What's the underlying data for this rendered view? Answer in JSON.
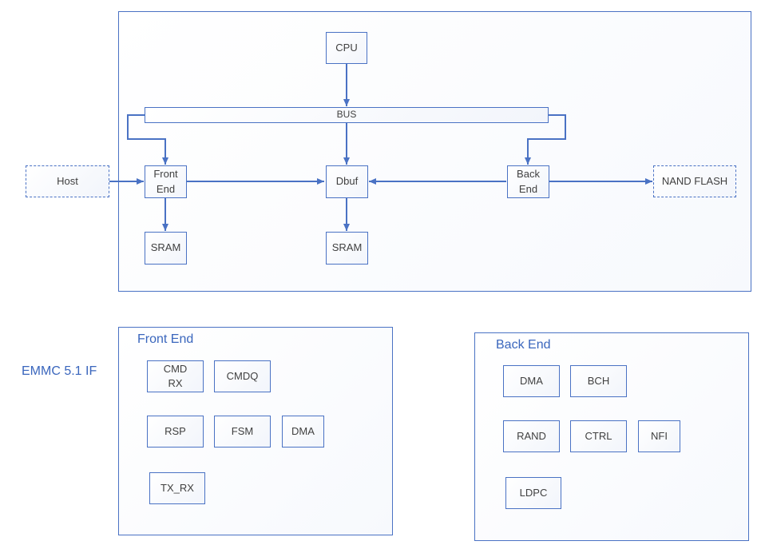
{
  "colors": {
    "stroke": "#4a72c4",
    "title": "#3a66bd",
    "text": "#404040"
  },
  "top": {
    "cpu": "CPU",
    "bus": "BUS",
    "front_end": [
      "Front",
      "End"
    ],
    "dbuf": "Dbuf",
    "back_end": [
      "Back",
      "End"
    ],
    "sram_left": "SRAM",
    "sram_mid": "SRAM",
    "host": "Host",
    "nand": "NAND FLASH"
  },
  "emmc_label": "EMMC 5.1 IF",
  "front_end_panel": {
    "title": "Front End",
    "cmd_rx": [
      "CMD",
      "RX"
    ],
    "cmdq": "CMDQ",
    "rsp": "RSP",
    "fsm": "FSM",
    "dma": "DMA",
    "tx_rx": "TX_RX"
  },
  "back_end_panel": {
    "title": "Back End",
    "dma": "DMA",
    "bch": "BCH",
    "rand": "RAND",
    "ctrl": "CTRL",
    "nfi": "NFI",
    "ldpc": "LDPC"
  }
}
